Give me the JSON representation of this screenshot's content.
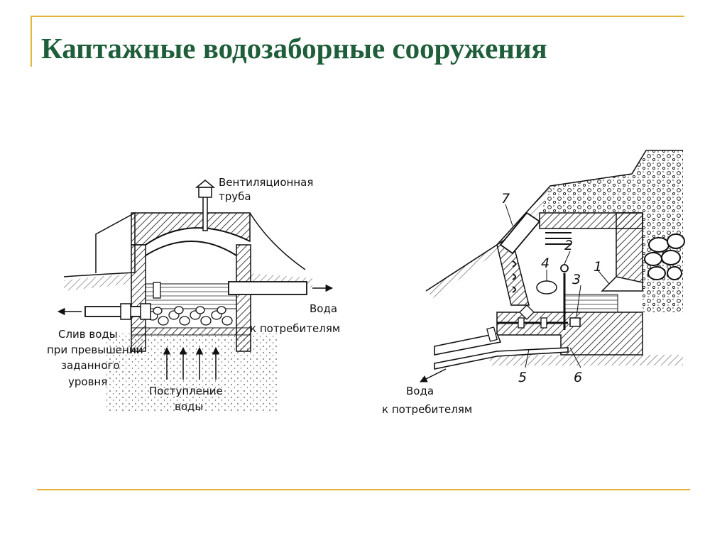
{
  "title": "Каптажные водозаборные сооружения",
  "colors": {
    "title": "#1f5e3a",
    "rule": "#e3b33a",
    "ink": "#111111"
  },
  "left_diagram": {
    "vent_label": [
      "Вентиляционная",
      "труба"
    ],
    "outlet_label": [
      "Вода",
      "к потребителям"
    ],
    "overflow_label": [
      "Слив воды",
      "при превышении",
      "заданного",
      "уровня"
    ],
    "inflow_label": [
      "Поступление",
      "воды"
    ]
  },
  "right_diagram": {
    "callouts": [
      "7",
      "2",
      "4",
      "3",
      "1",
      "5",
      "6"
    ],
    "outlet_label": [
      "Вода",
      "к потребителям"
    ]
  }
}
